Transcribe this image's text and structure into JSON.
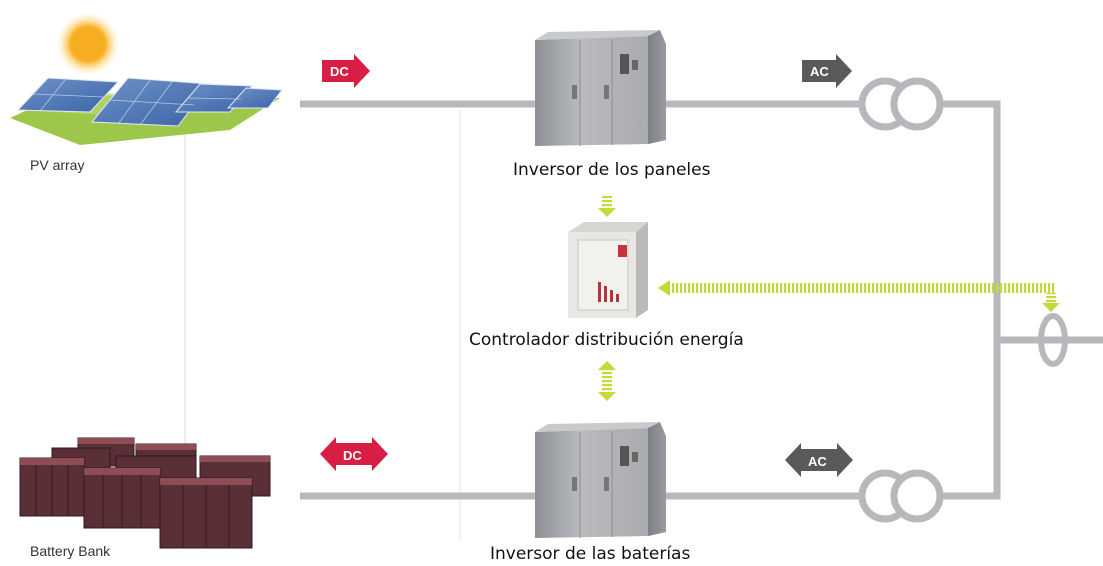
{
  "sources": {
    "pv_label": "PV array",
    "battery_label": "Battery Bank"
  },
  "tags": {
    "dc_top": "DC",
    "ac_top": "AC",
    "dc_bottom": "DC",
    "ac_bottom": "AC"
  },
  "devices": {
    "panel_inverter": "Inversor de los paneles",
    "controller": "Controlador distribución energía",
    "battery_inverter": "Inversor de las baterías"
  },
  "colors": {
    "line": "#b8b8bc",
    "dc_tag": "#d81e45",
    "ac_tag": "#5a5a5a",
    "signal": "#c5d93a",
    "cabinet": "#a7a9ad"
  }
}
